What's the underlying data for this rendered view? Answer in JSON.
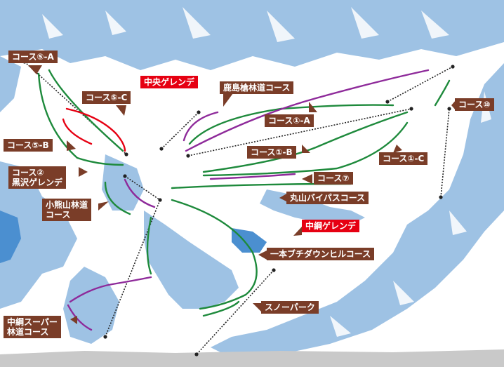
{
  "colors": {
    "snow": "#ffffff",
    "forest": "#9ec2e4",
    "forest_dark": "#6f9fd0",
    "lake": "#4b8fd0",
    "course_green": "#1e8a3c",
    "course_purple": "#8e2a9a",
    "course_red": "#e60012",
    "lift": "#222222",
    "label_bg": "#7a3d28",
    "highlight_bg": "#e60012"
  },
  "labels": {
    "course_5a": "コース⑤-A",
    "course_5c": "コース⑤-C",
    "chuo_gelande": "中央ゲレンデ",
    "kashimayari_rindo": "鹿島槍林道コース",
    "course_10": "コース⑩",
    "course_1a": "コース①-A",
    "course_5b": "コース⑤-B",
    "course_1b": "コース①-B",
    "course_1c": "コース①-C",
    "course_2_line1": "コース②",
    "course_2_line2": "黒沢ゲレンデ",
    "course_7": "コース⑦",
    "koguma_line1": "小熊山林道",
    "koguma_line2": "コース",
    "maruyama_bypass": "丸山バイパスコース",
    "nakatsuna_gelande": "中綱ゲレンデ",
    "ippon_buchi": "一本ブチダウンヒルコース",
    "snow_park": "スノーパーク",
    "nakatsuna_super_line1": "中綱スーパー",
    "nakatsuna_super_line2": "林道コース"
  }
}
